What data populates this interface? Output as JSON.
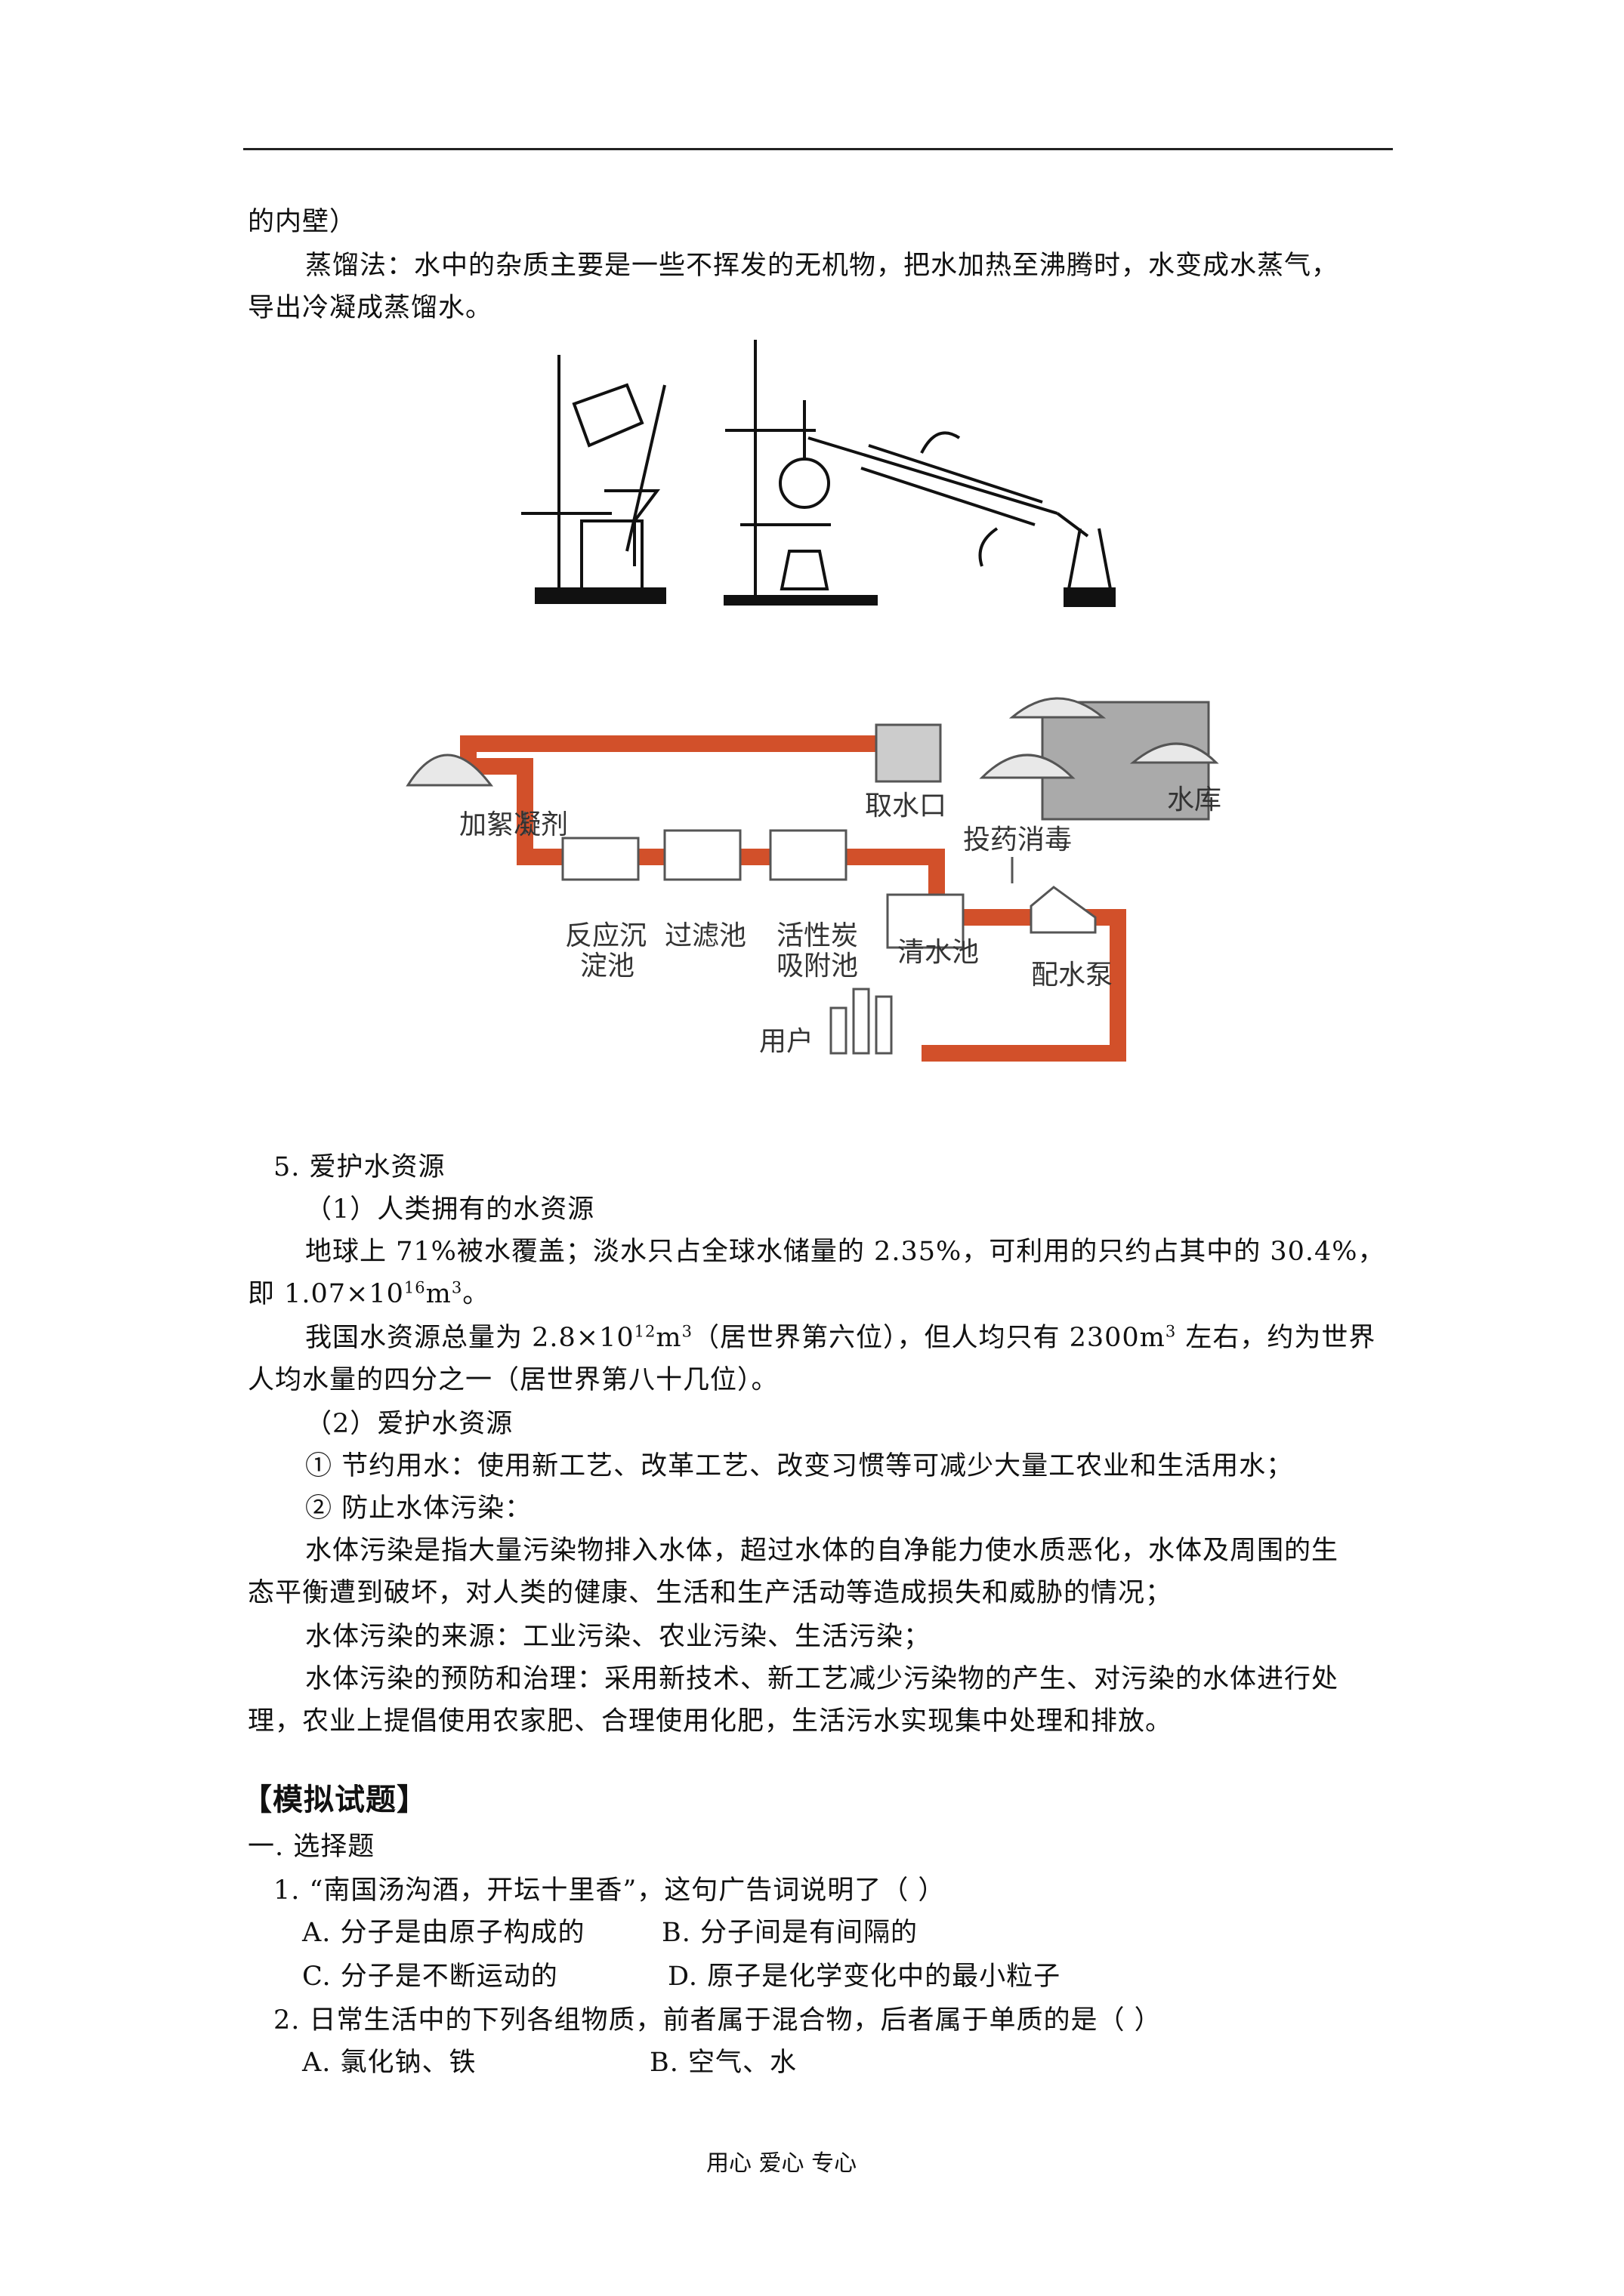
{
  "l1": "的内壁）",
  "l2": "蒸馏法：水中的杂质主要是一些不挥发的无机物，把水加热至沸腾时，水变成水蒸气，",
  "l3": "导出冷凝成蒸馏水。",
  "flow": {
    "intake": "取水口",
    "reservoir": "水库",
    "coagulant": "加絮凝剂",
    "disinfect": "投药消毒",
    "t1a": "反应沉",
    "t1b": "淀池",
    "t2": "过滤池",
    "t3a": "活性炭",
    "t3b": "吸附池",
    "t4": "清水池",
    "pump": "配水泵",
    "user": "用户"
  },
  "s5": "5.  爱护水资源",
  "s5_1": "（1）人类拥有的水资源",
  "p1a": "地球上 71%被水覆盖；淡水只占全球水储量的 2.35%，可利用的只约占其中的 30.4%，",
  "p1b_a": "即 1.07×10",
  "p1b_sup": "16",
  "p1b_b": "m",
  "p1b_sup2": "3",
  "p1b_c": "。",
  "p2a_a": "我国水资源总量为 2.8×10",
  "p2a_sup": "12",
  "p2a_b": "m",
  "p2a_sup2": "3",
  "p2a_c": "（居世界第六位），但人均只有 2300m",
  "p2a_sup3": "3",
  "p2a_d": " 左右，约为世界",
  "p2b": "人均水量的四分之一（居世界第八十几位）。",
  "s5_2": "（2）爱护水资源",
  "c1": "①  节约用水：使用新工艺、改革工艺、改变习惯等可减少大量工农业和生活用水；",
  "c2": "②  防止水体污染：",
  "p3a": "水体污染是指大量污染物排入水体，超过水体的自净能力使水质恶化，水体及周围的生",
  "p3b": "态平衡遭到破坏，对人类的健康、生活和生产活动等造成损失和威胁的情况；",
  "p4": "水体污染的来源：工业污染、农业污染、生活污染；",
  "p5a": "水体污染的预防和治理：采用新技术、新工艺减少污染物的产生、对污染的水体进行处",
  "p5b": "理，农业上提倡使用农家肥、合理使用化肥，生活污水实现集中处理和排放。",
  "mock_title": "【模拟试题】",
  "sec1": "一. 选择题",
  "q1": "1.  “南国汤沟酒，开坛十里香”，这句广告词说明了（        ）",
  "q1a": "A.  分子是由原子构成的",
  "q1b": "B.  分子间是有间隔的",
  "q1c": "C.  分子是不断运动的",
  "q1d": "D.  原子是化学变化中的最小粒子",
  "q2": "2.  日常生活中的下列各组物质，前者属于混合物，后者属于单质的是（        ）",
  "q2a": "A.  氯化钠、铁",
  "q2b": "B.  空气、水",
  "footer": "用心      爱心      专心",
  "pipe_color": "#d2502a"
}
